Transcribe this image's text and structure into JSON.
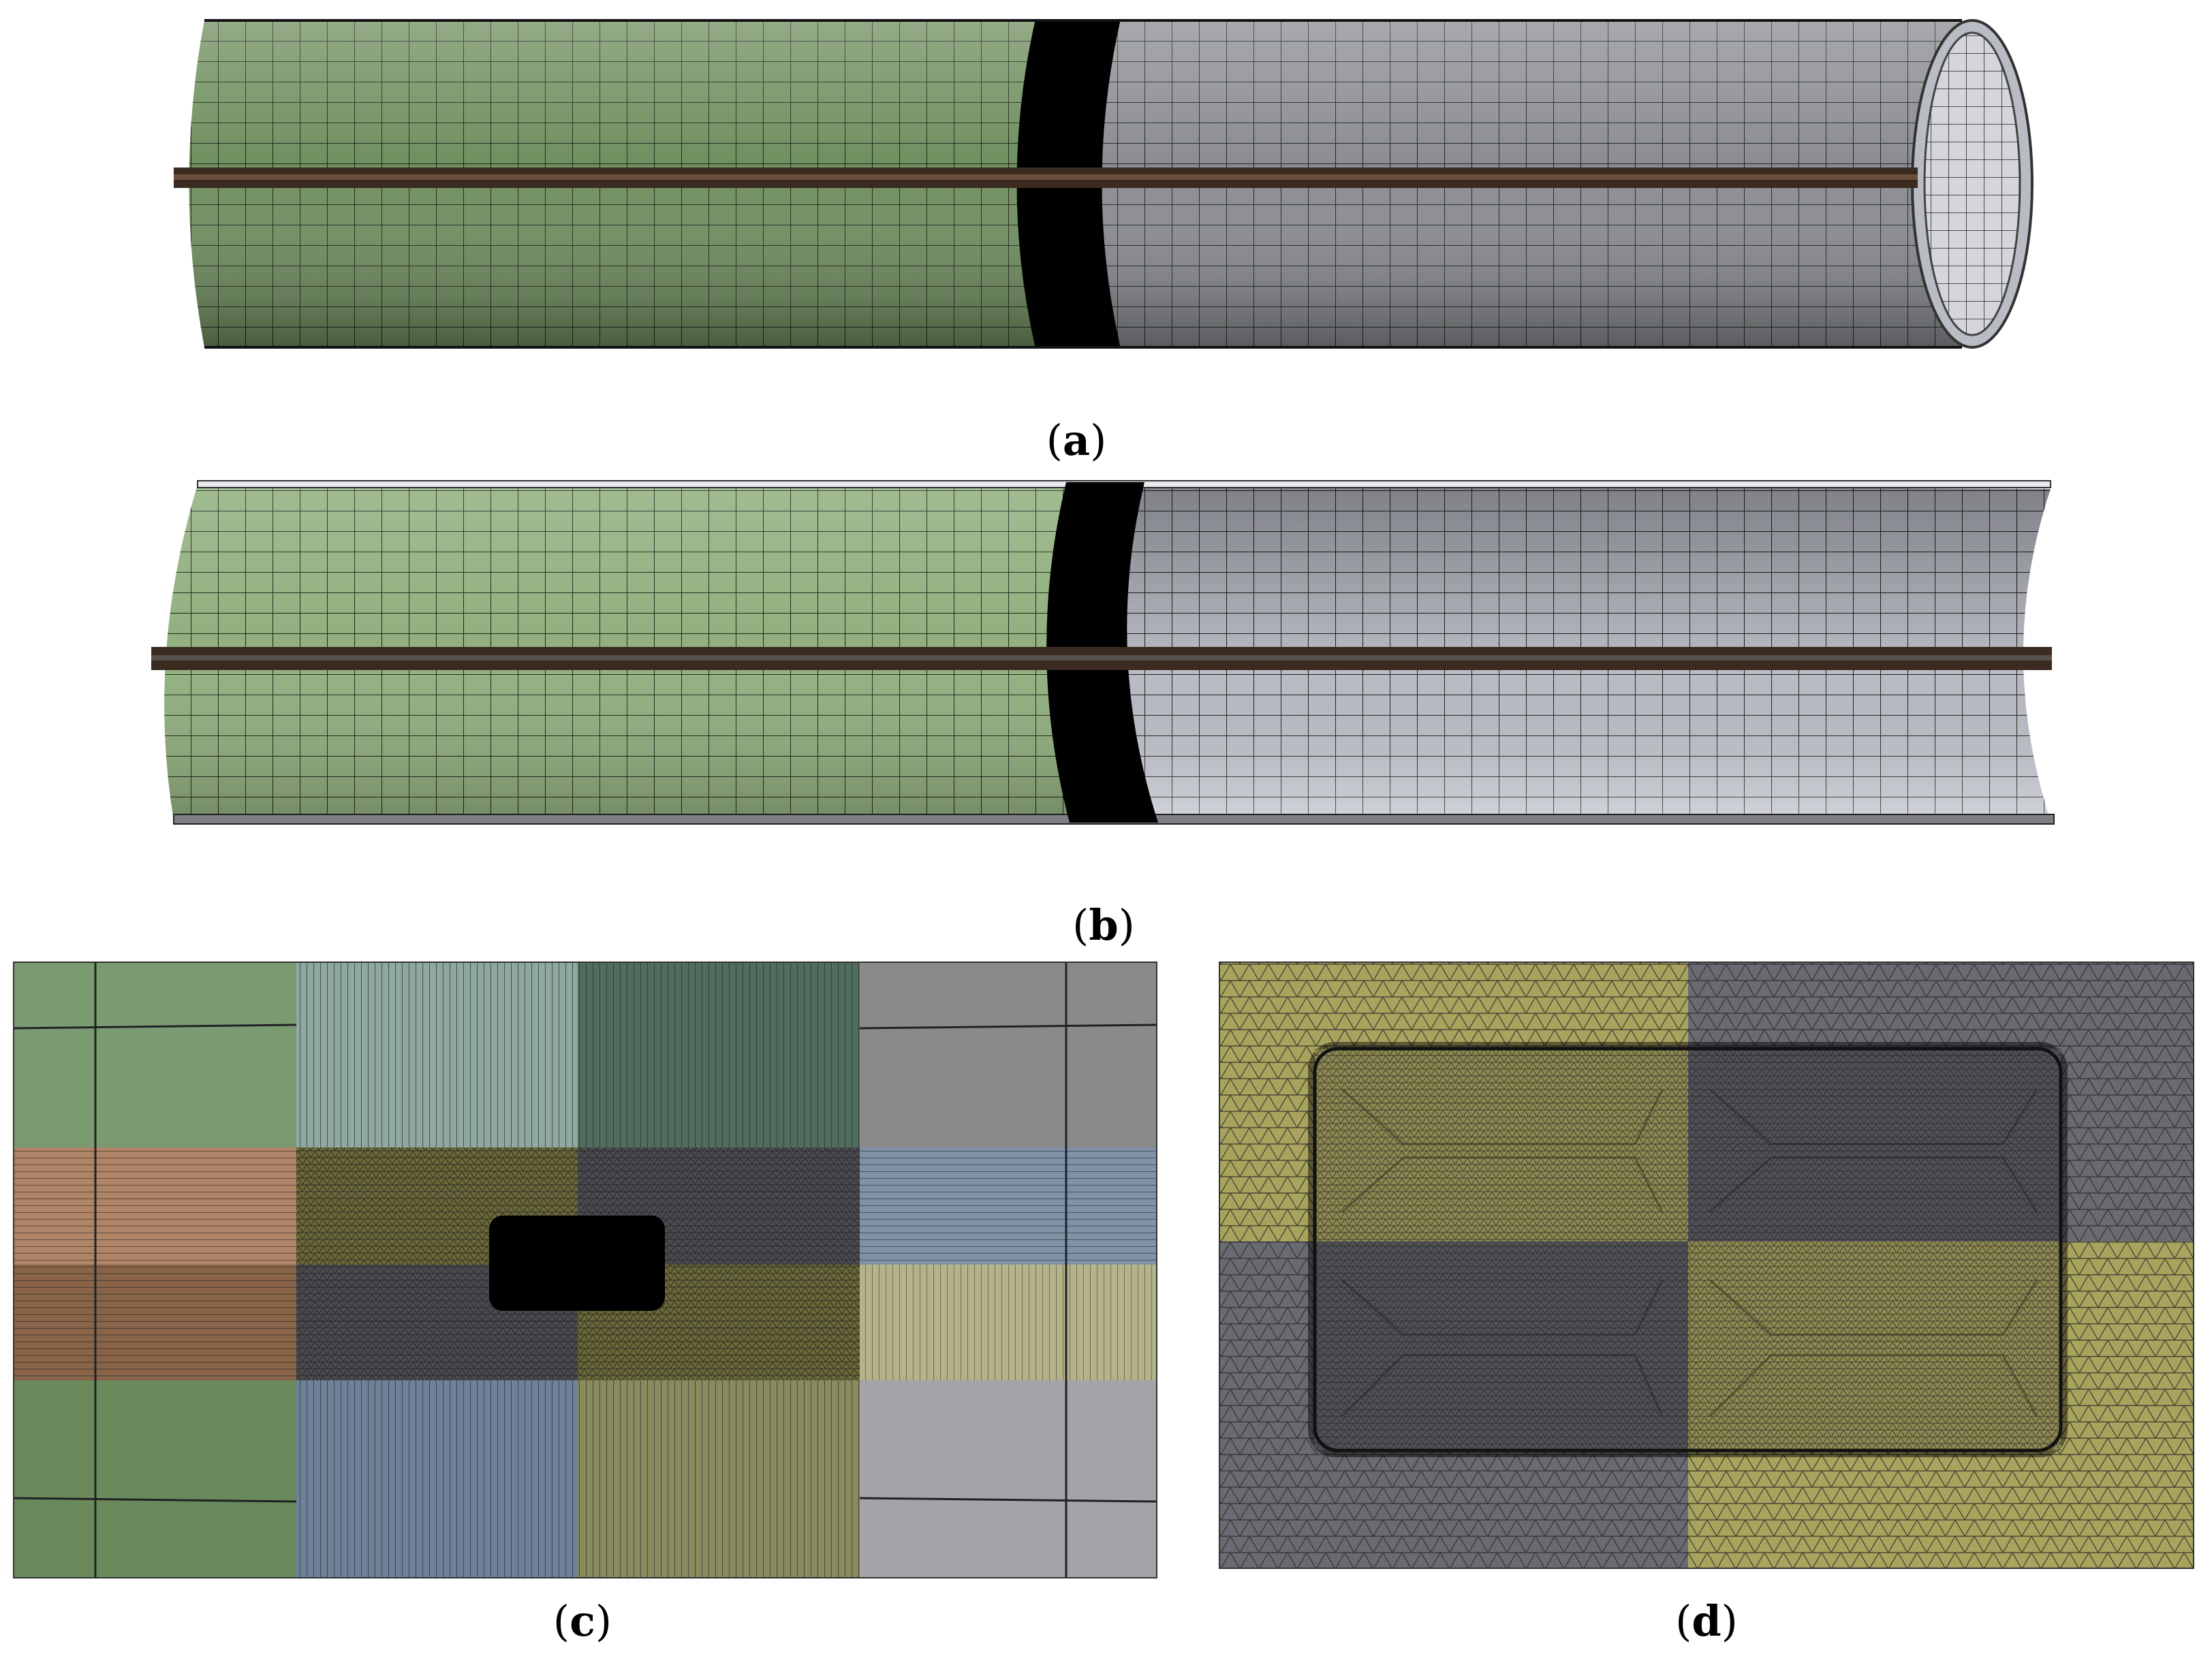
{
  "figure": {
    "panels": [
      {
        "id": "a",
        "label": "a",
        "open": "(",
        "close": ")"
      },
      {
        "id": "b",
        "label": "b",
        "open": "(",
        "close": ")"
      },
      {
        "id": "c",
        "label": "c",
        "open": "(",
        "close": ")"
      },
      {
        "id": "d",
        "label": "d",
        "open": "(",
        "close": ")"
      }
    ],
    "colors": {
      "green_section": "#6f8f5e",
      "green_light": "#92b07f",
      "grey_section": "#8a8c92",
      "grey_light": "#c4c6d0",
      "band": "#000000",
      "seam": "#3a2a1f",
      "brown": "#9b7358",
      "brown_dark": "#7a5a42",
      "teal": "#8fa8a2",
      "dark_green": "#4f6e5d",
      "blue": "#7f92a8",
      "blue_grey": "#6f8199",
      "olive": "#8a8a5f",
      "olive_light": "#b4b38a",
      "light_grey": "#a3a3a8",
      "yellow_mesh": "#a9a45d",
      "dark_grey_mesh": "#5c5d63",
      "hole": "#000000"
    }
  }
}
